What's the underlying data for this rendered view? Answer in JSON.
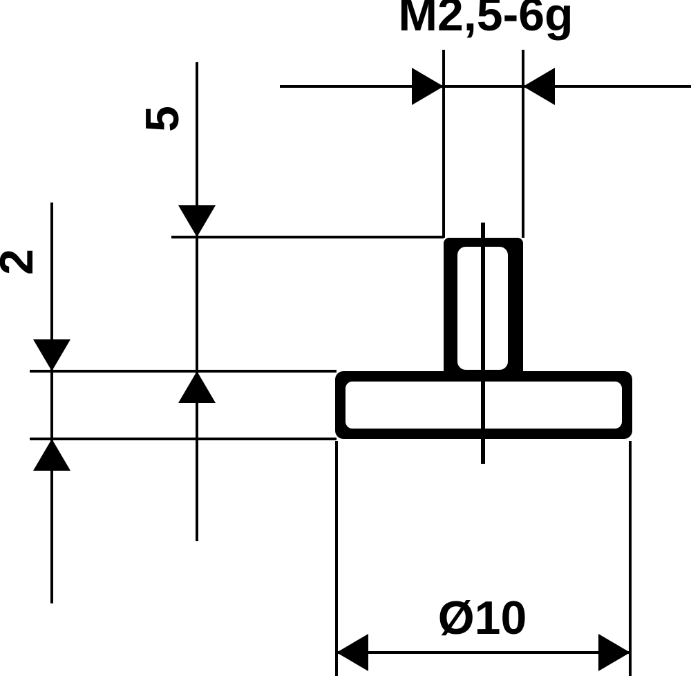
{
  "drawing": {
    "background_color": "#ffffff",
    "ink_color": "#000000",
    "labels": {
      "thread": "M2,5-6g",
      "stud_length": "5",
      "collar_thickness": "2",
      "diameter": "Ø10"
    }
  }
}
